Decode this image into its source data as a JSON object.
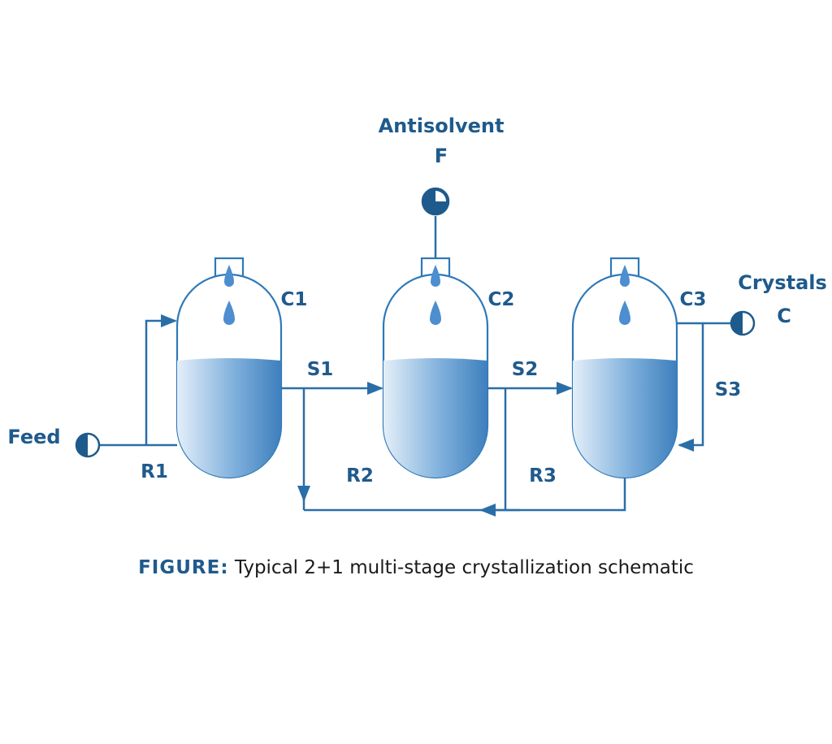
{
  "labels": {
    "antisolvent": "Antisolvent",
    "antisolvent_code": "F",
    "crystals": "Crystals",
    "crystals_code": "C",
    "feed": "Feed",
    "c1": "C1",
    "c2": "C2",
    "c3": "C3",
    "s1": "S1",
    "s2": "S2",
    "s3": "S3",
    "r1": "R1",
    "r2": "R2",
    "r3": "R3"
  },
  "caption": {
    "prefix": "FIGURE:",
    "text": "Typical 2+1 multi-stage crystallization schematic"
  },
  "colors": {
    "line": "#2a6ea8",
    "label": "#1f5a8c",
    "liquid_light": "#dce9f6",
    "liquid_dark": "#4f8fc9",
    "droplet": "#4d8ed0"
  }
}
